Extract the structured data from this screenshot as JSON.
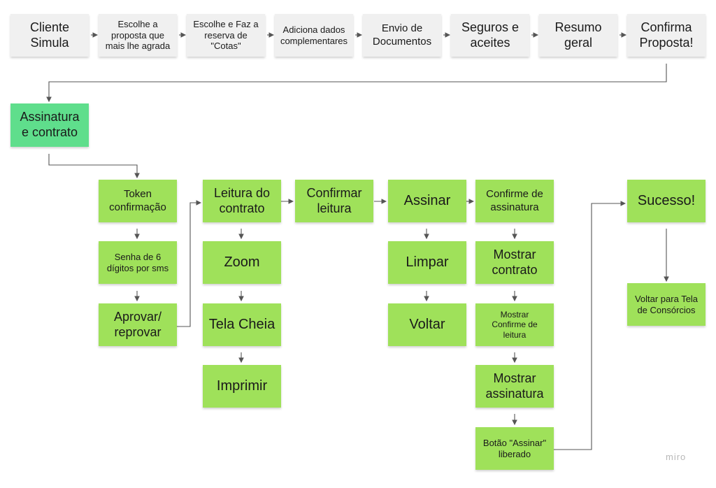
{
  "top_row": [
    "Cliente\nSimula",
    "Escolhe a\nproposta que\nmais lhe agrada",
    "Escolhe e Faz a\nreserva de\n\"Cotas\"",
    "Adiciona dados\ncomplementares",
    "Envio de\nDocumentos",
    "Seguros e\naceites",
    "Resumo\ngeral",
    "Confirma\nProposta!"
  ],
  "assinatura": "Assinatura\ne contrato",
  "token_column": [
    "Token\nconfirmação",
    "Senha de 6\ndígitos por sms",
    "Aprovar/\nreprovar"
  ],
  "leitura_column": [
    "Leitura do\ncontrato",
    "Zoom",
    "Tela Cheia",
    "Imprimir"
  ],
  "confirmar_leitura": "Confirmar\nleitura",
  "assinar_column": [
    "Assinar",
    "Limpar",
    "Voltar"
  ],
  "confirme_column": [
    "Confirme de\nassinatura",
    "Mostrar\ncontrato",
    "Mostrar\nConfirme de\nleitura",
    "Mostrar\nassinatura",
    "Botão \"Assinar\"\nliberado"
  ],
  "sucesso": "Sucesso!",
  "voltar_tela": "Voltar para Tela\nde Consórcios",
  "watermark": "miro",
  "colors": {
    "gray_note": "#f0f0f0",
    "green_note": "#9fe15a",
    "mint_note": "#5fde8c",
    "connector": "#555555"
  }
}
